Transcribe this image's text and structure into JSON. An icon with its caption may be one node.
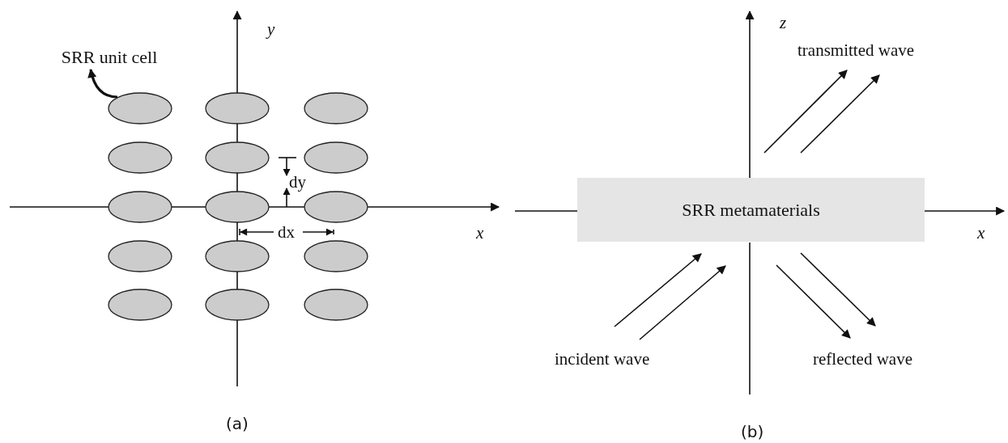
{
  "diagram": {
    "nodes": [
      {
        "text": [
          "SRR unit cell"
        ]
      },
      {
        "text": [],
        "shape": "ellipse"
      },
      {
        "text": [],
        "shape": "ellipse"
      },
      {
        "text": [],
        "shape": "ellipse"
      },
      {
        "text": [],
        "shape": "ellipse"
      },
      {
        "text": [],
        "shape": "ellipse"
      },
      {
        "text": [],
        "shape": "ellipse"
      },
      {
        "text": [],
        "shape": "ellipse"
      },
      {
        "text": [],
        "shape": "ellipse"
      },
      {
        "text": [],
        "shape": "ellipse"
      },
      {
        "text": [],
        "shape": "ellipse"
      },
      {
        "text": [],
        "shape": "ellipse"
      },
      {
        "text": [],
        "shape": "ellipse"
      },
      {
        "text": [],
        "shape": "ellipse"
      },
      {
        "text": [],
        "shape": "ellipse"
      },
      {
        "text": [],
        "shape": "ellipse"
      },
      {
        "text": [
          "SRR metamaterials"
        ]
      }
    ],
    "edges": [
      {
        "from": 1,
        "to": 0,
        "arrow": "to"
      }
    ],
    "labels": [
      "y",
      "dy",
      "dx",
      "x",
      "(a)",
      "z",
      "transmitted wave",
      "x",
      "incident wave",
      "reflected wave",
      "(b)"
    ]
  }
}
